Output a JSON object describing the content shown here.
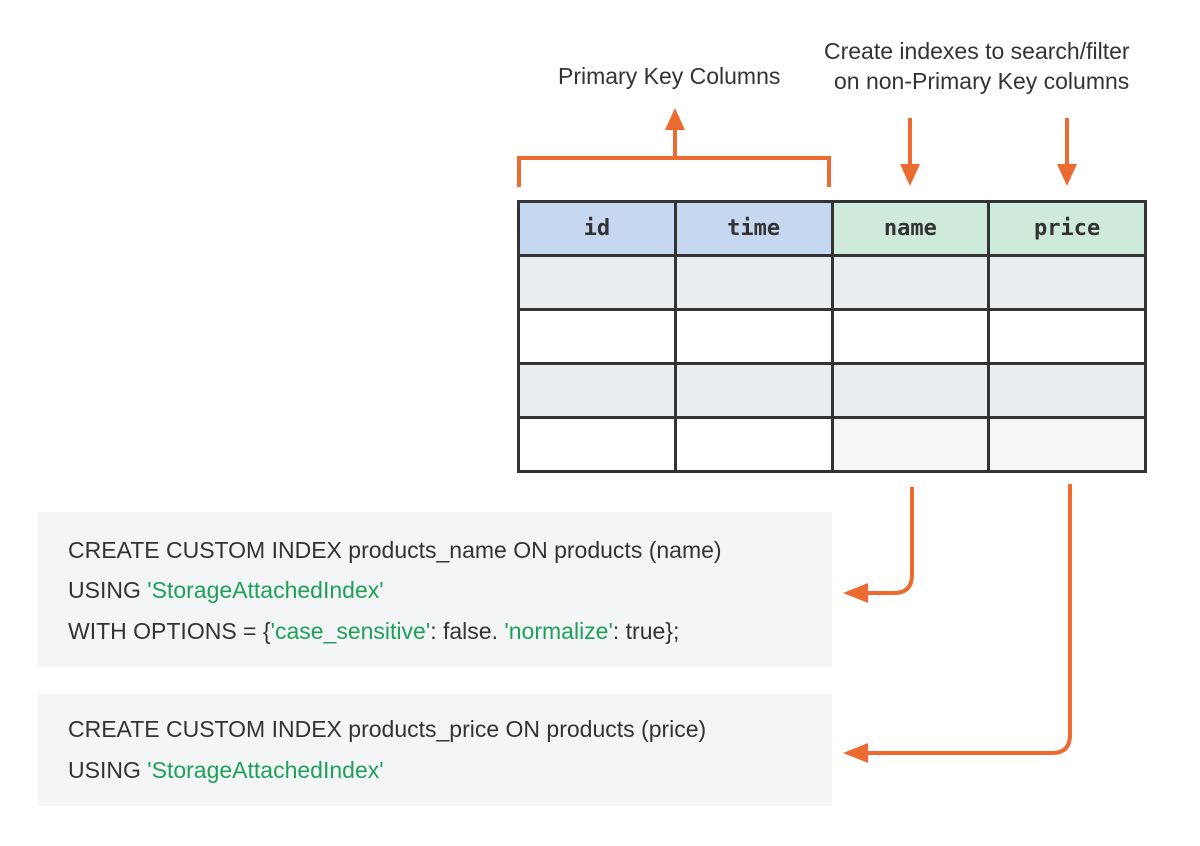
{
  "colors": {
    "accent": "#ec6b31",
    "primary_key_header": "#c5d8ef",
    "index_header": "#cdeadb",
    "string_literal": "#1fa058",
    "text": "#333333"
  },
  "annotations": {
    "primary_key_label": "Primary Key Columns",
    "index_label_line1": "Create indexes to search/filter",
    "index_label_line2": "on non-Primary Key columns"
  },
  "table": {
    "columns": [
      {
        "name": "id",
        "kind": "primary-key"
      },
      {
        "name": "time",
        "kind": "primary-key"
      },
      {
        "name": "name",
        "kind": "indexed"
      },
      {
        "name": "price",
        "kind": "indexed"
      }
    ],
    "empty_rows": 4
  },
  "code_blocks": [
    {
      "line1": "CREATE CUSTOM INDEX products_name ON products (name)",
      "line2_prefix": "USING ",
      "line2_string": "'StorageAttachedIndex'",
      "line3_prefix": "WITH OPTIONS = {",
      "line3_string1": "'case_sensitive'",
      "line3_middle": ": false. ",
      "line3_string2": "'normalize'",
      "line3_suffix": ": true};"
    },
    {
      "line1": "CREATE CUSTOM INDEX products_price ON products (price)",
      "line2_prefix": "USING ",
      "line2_string": "'StorageAttachedIndex'"
    }
  ]
}
